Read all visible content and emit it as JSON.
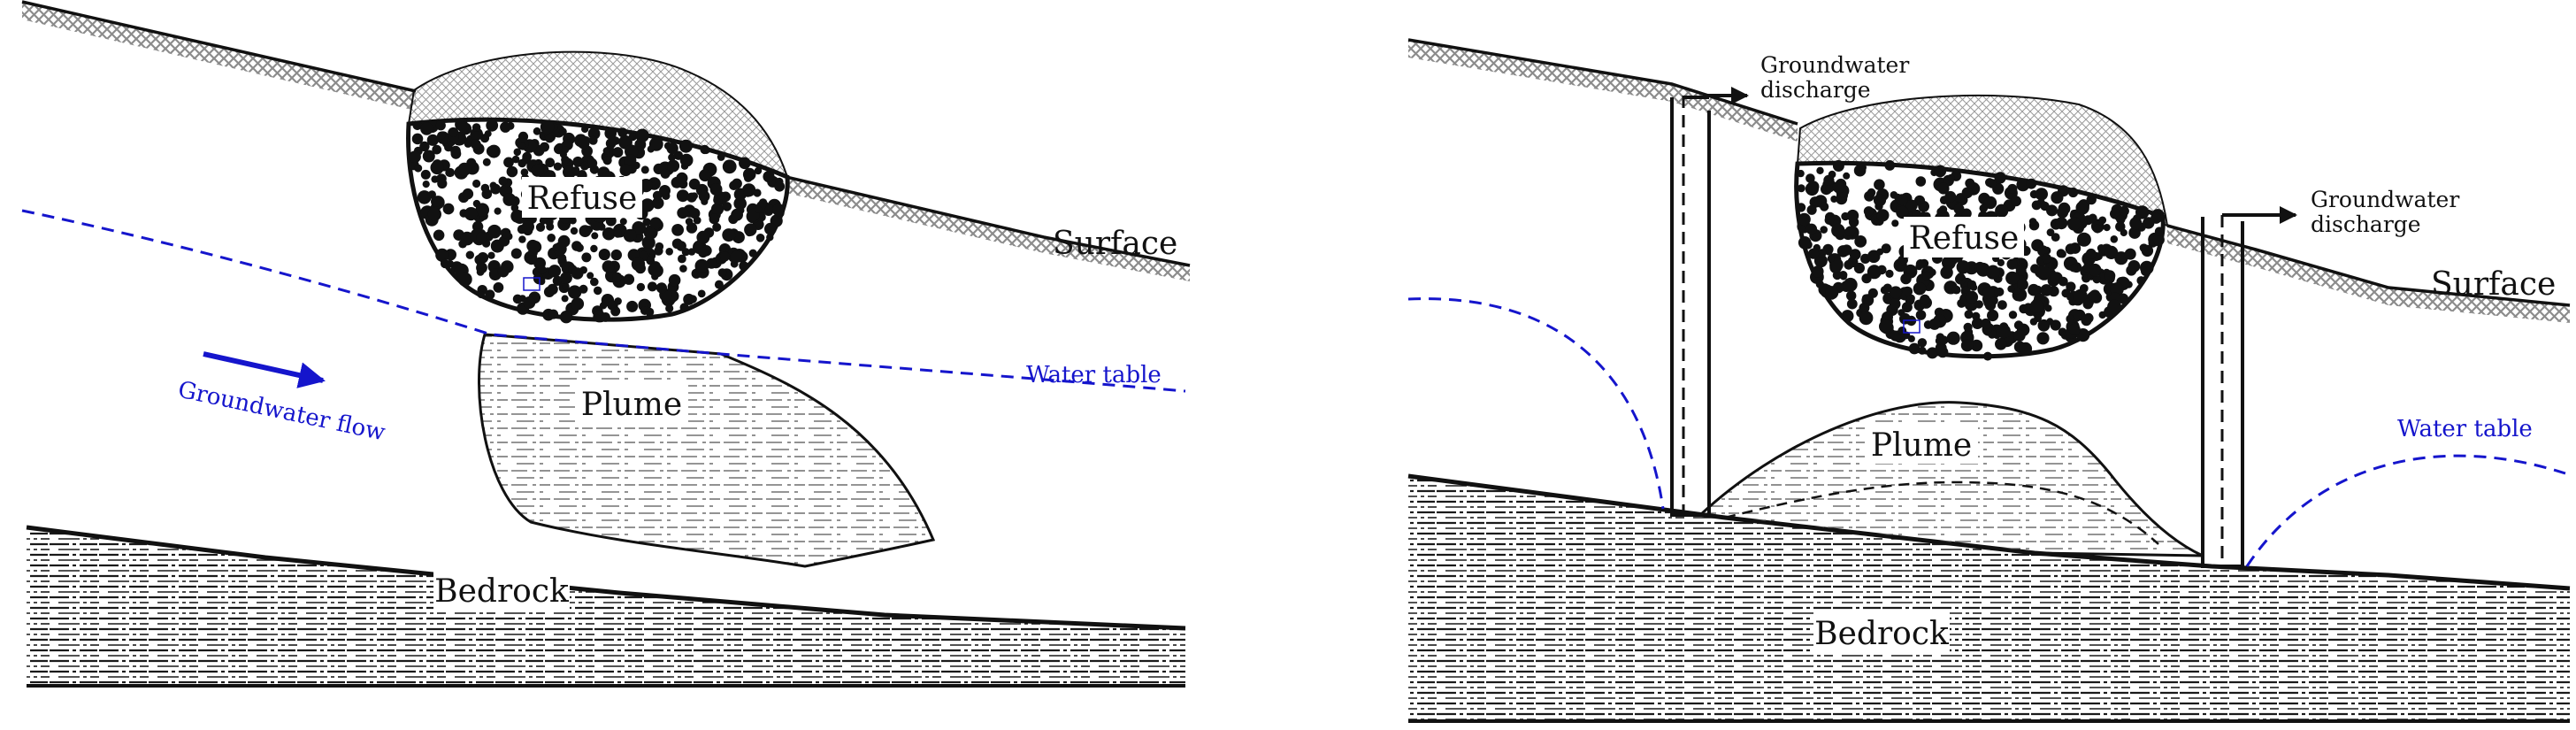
{
  "panels": [
    {
      "labels": {
        "refuse": "Refuse",
        "surface": "Surface",
        "plume": "Plume",
        "bedrock": "Bedrock",
        "water_table": "Water table",
        "groundwater_flow": "Groundwater flow"
      }
    },
    {
      "labels": {
        "refuse": "Refuse",
        "surface": "Surface",
        "plume": "Plume",
        "bedrock": "Bedrock",
        "water_table": "Water table",
        "discharge_left_line1": "Groundwater",
        "discharge_left_line2": "discharge",
        "discharge_right_line1": "Groundwater",
        "discharge_right_line2": "discharge"
      }
    }
  ],
  "colors": {
    "water": "#1515cc",
    "outline": "#111111",
    "hatch": "#9a9a9a"
  }
}
